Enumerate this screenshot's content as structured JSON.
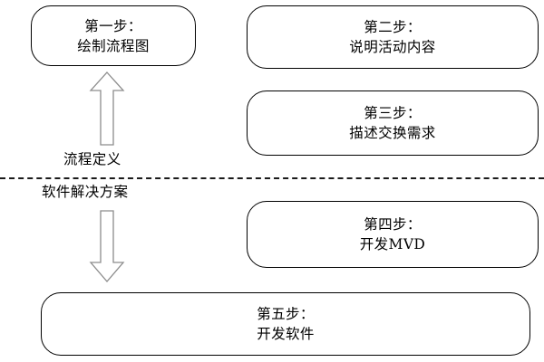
{
  "diagram": {
    "title_text": "",
    "background_color": "#ffffff",
    "box_border_color": "#000000",
    "arrow_stroke_color": "#8c8c8c",
    "divider_color": "#1a1a1a",
    "steps": [
      {
        "id": "step-1",
        "heading": "第一步：",
        "detail": "绘制流程图",
        "region": "process-definition"
      },
      {
        "id": "step-2",
        "heading": "第二步：",
        "detail": "说明活动内容",
        "region": "process-definition"
      },
      {
        "id": "step-3",
        "heading": "第三步：",
        "detail": "描述交换需求",
        "region": "process-definition"
      },
      {
        "id": "step-4",
        "heading": "第四步：",
        "detail": "开发MVD",
        "region": "software-solution"
      },
      {
        "id": "step-5",
        "heading": "第五步：",
        "detail": "开发软件",
        "region": "software-solution"
      }
    ],
    "divider": {
      "upper_label": "流程定义",
      "lower_label": "软件解决方案"
    },
    "arrows": [
      {
        "id": "arrow-up",
        "direction": "up",
        "semantic": "process-definition-flow"
      },
      {
        "id": "arrow-down",
        "direction": "down",
        "semantic": "software-solution-flow"
      }
    ]
  }
}
